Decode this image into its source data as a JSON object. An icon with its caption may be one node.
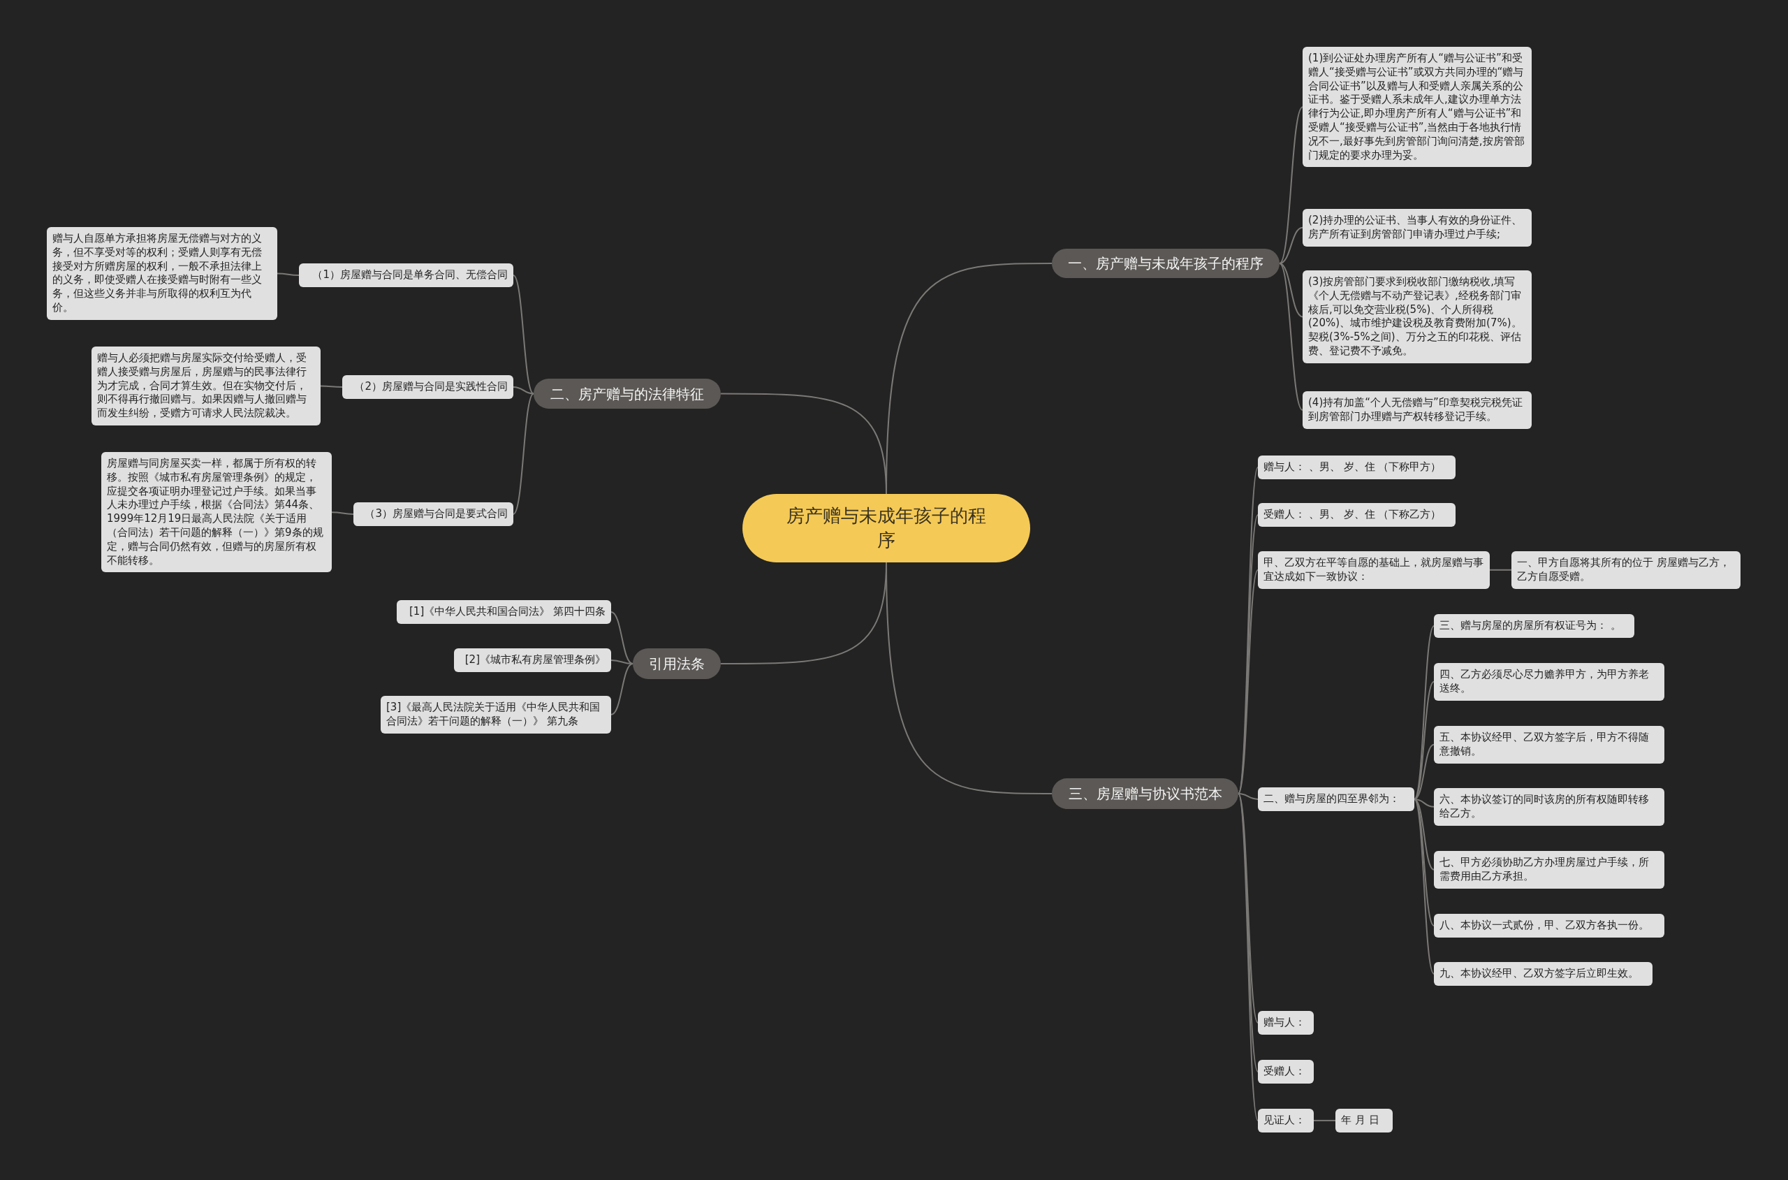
{
  "diagram": {
    "nodes": [
      {
        "text": [
          "房产赠与未成年孩子的程序"
        ]
      },
      {
        "text": [
          "一、房产赠与未成年孩子的程序"
        ]
      },
      {
        "text": [
          "(1)到公证处办理房产所有人“赠与公证书”和受赠人“接受赠与公证书”或双方共同办理的“赠与合同公证书”以及赠与人和受赠人亲属关系的公证书。鉴于受赠人系未成年人,建议办理单方法律行为公证,即办理房产所有人“赠与公证书”和受赠人“接受赠与公证书”,当然由于各地执行情况不一,最好事先到房管部门询问清楚,按房管部门规定的要求办理为妥。"
        ]
      },
      {
        "text": [
          "(2)持办理的公证书、当事人有效的身份证件、房产所有证到房管部门申请办理过户手续;"
        ]
      },
      {
        "text": [
          "(3)按房管部门要求到税收部门缴纳税收,填写《个人无偿赠与不动产登记表》,经税务部门审核后,可以免交营业税(5%)、个人所得税(20%)、城市维护建设税及教育费附加(7%)。契税(3%-5%之间)、万分之五的印花税、评估费、登记费不予减免。"
        ]
      },
      {
        "text": [
          "(4)持有加盖“个人无偿赠与”印章契税完税凭证到房管部门办理赠与产权转移登记手续。"
        ]
      },
      {
        "text": [
          "二、房产赠与的法律特征"
        ]
      },
      {
        "text": [
          "（1）房屋赠与合同是单务合同、无偿合同"
        ]
      },
      {
        "text": [
          "赠与人自愿单方承担将房屋无偿赠与对方的义务，但不享受对等的权利；受赠人则享有无偿接受对方所赠房屋的权利，一般不承担法律上的义务，即使受赠人在接受赠与时附有一些义务，但这些义务并非与所取得的权利互为代价。"
        ]
      },
      {
        "text": [
          "（2）房屋赠与合同是实践性合同"
        ]
      },
      {
        "text": [
          "赠与人必须把赠与房屋实际交付给受赠人，受赠人接受赠与房屋后，房屋赠与的民事法律行为才完成，合同才算生效。但在实物交付后，则不得再行撤回赠与。如果因赠与人撤回赠与而发生纠纷，受赠方可请求人民法院裁决。"
        ]
      },
      {
        "text": [
          "（3）房屋赠与合同是要式合同"
        ]
      },
      {
        "text": [
          "房屋赠与同房屋买卖一样，都属于所有权的转移。按照《城市私有房屋管理条例》的规定，应提交各项证明办理登记过户手续。如果当事人未办理过户手续，根据《合同法》第44条、1999年12月19日最高人民法院《关于适用（合同法）若干问题的解释（一）》第9条的规定，赠与合同仍然有效，但赠与的房屋所有权不能转移。"
        ]
      },
      {
        "text": [
          "引用法条"
        ]
      },
      {
        "text": [
          "[1]《中华人民共和国合同法》 第四十四条"
        ]
      },
      {
        "text": [
          "[2]《城市私有房屋管理条例》"
        ]
      },
      {
        "text": [
          "[3]《最高人民法院关于适用《中华人民共和国合同法》若干问题的解释（一）》 第九条"
        ]
      },
      {
        "text": [
          "三、房屋赠与协议书范本"
        ]
      },
      {
        "text": [
          "赠与人： 、男、 岁、住 （下称甲方）"
        ]
      },
      {
        "text": [
          "受赠人： 、男、 岁、住 （下称乙方）"
        ]
      },
      {
        "text": [
          "甲、乙双方在平等自愿的基础上，就房屋赠与事宜达成如下一致协议："
        ]
      },
      {
        "text": [
          "一、甲方自愿将其所有的位于 房屋赠与乙方，乙方自愿受赠。"
        ]
      },
      {
        "text": [
          "二、赠与房屋的四至界邻为："
        ]
      },
      {
        "text": [
          "三、赠与房屋的房屋所有权证号为： 。"
        ]
      },
      {
        "text": [
          "四、乙方必须尽心尽力赡养甲方，为甲方养老送终。"
        ]
      },
      {
        "text": [
          "五、本协议经甲、乙双方签字后，甲方不得随意撤销。"
        ]
      },
      {
        "text": [
          "六、本协议签订的同时该房的所有权随即转移给乙方。"
        ]
      },
      {
        "text": [
          "七、甲方必须协助乙方办理房屋过户手续，所需费用由乙方承担。"
        ]
      },
      {
        "text": [
          "八、本协议一式贰份，甲、乙双方各执一份。"
        ]
      },
      {
        "text": [
          "九、本协议经甲、乙双方签字后立即生效。"
        ]
      },
      {
        "text": [
          "赠与人："
        ]
      },
      {
        "text": [
          "受赠人："
        ]
      },
      {
        "text": [
          "见证人："
        ]
      },
      {
        "text": [
          "年 月 日"
        ]
      }
    ],
    "edges": [
      {
        "from": 0,
        "to": 1,
        "arrow": "none"
      },
      {
        "from": 1,
        "to": 2,
        "arrow": "none"
      },
      {
        "from": 1,
        "to": 3,
        "arrow": "none"
      },
      {
        "from": 1,
        "to": 4,
        "arrow": "none"
      },
      {
        "from": 1,
        "to": 5,
        "arrow": "none"
      },
      {
        "from": 0,
        "to": 6,
        "arrow": "none"
      },
      {
        "from": 6,
        "to": 7,
        "arrow": "none"
      },
      {
        "from": 7,
        "to": 8,
        "arrow": "none"
      },
      {
        "from": 6,
        "to": 9,
        "arrow": "none"
      },
      {
        "from": 9,
        "to": 10,
        "arrow": "none"
      },
      {
        "from": 6,
        "to": 11,
        "arrow": "none"
      },
      {
        "from": 11,
        "to": 12,
        "arrow": "none"
      },
      {
        "from": 0,
        "to": 13,
        "arrow": "none"
      },
      {
        "from": 13,
        "to": 14,
        "arrow": "none"
      },
      {
        "from": 13,
        "to": 15,
        "arrow": "none"
      },
      {
        "from": 13,
        "to": 16,
        "arrow": "none"
      },
      {
        "from": 0,
        "to": 17,
        "arrow": "none"
      },
      {
        "from": 17,
        "to": 18,
        "arrow": "none"
      },
      {
        "from": 17,
        "to": 19,
        "arrow": "none"
      },
      {
        "from": 17,
        "to": 20,
        "arrow": "none"
      },
      {
        "from": 20,
        "to": 21,
        "arrow": "none"
      },
      {
        "from": 17,
        "to": 22,
        "arrow": "none"
      },
      {
        "from": 22,
        "to": 23,
        "arrow": "none"
      },
      {
        "from": 22,
        "to": 24,
        "arrow": "none"
      },
      {
        "from": 22,
        "to": 25,
        "arrow": "none"
      },
      {
        "from": 22,
        "to": 26,
        "arrow": "none"
      },
      {
        "from": 22,
        "to": 27,
        "arrow": "none"
      },
      {
        "from": 22,
        "to": 28,
        "arrow": "none"
      },
      {
        "from": 22,
        "to": 29,
        "arrow": "none"
      },
      {
        "from": 17,
        "to": 30,
        "arrow": "none"
      },
      {
        "from": 17,
        "to": 31,
        "arrow": "none"
      },
      {
        "from": 17,
        "to": 32,
        "arrow": "none"
      },
      {
        "from": 32,
        "to": 33,
        "arrow": "none"
      }
    ]
  }
}
